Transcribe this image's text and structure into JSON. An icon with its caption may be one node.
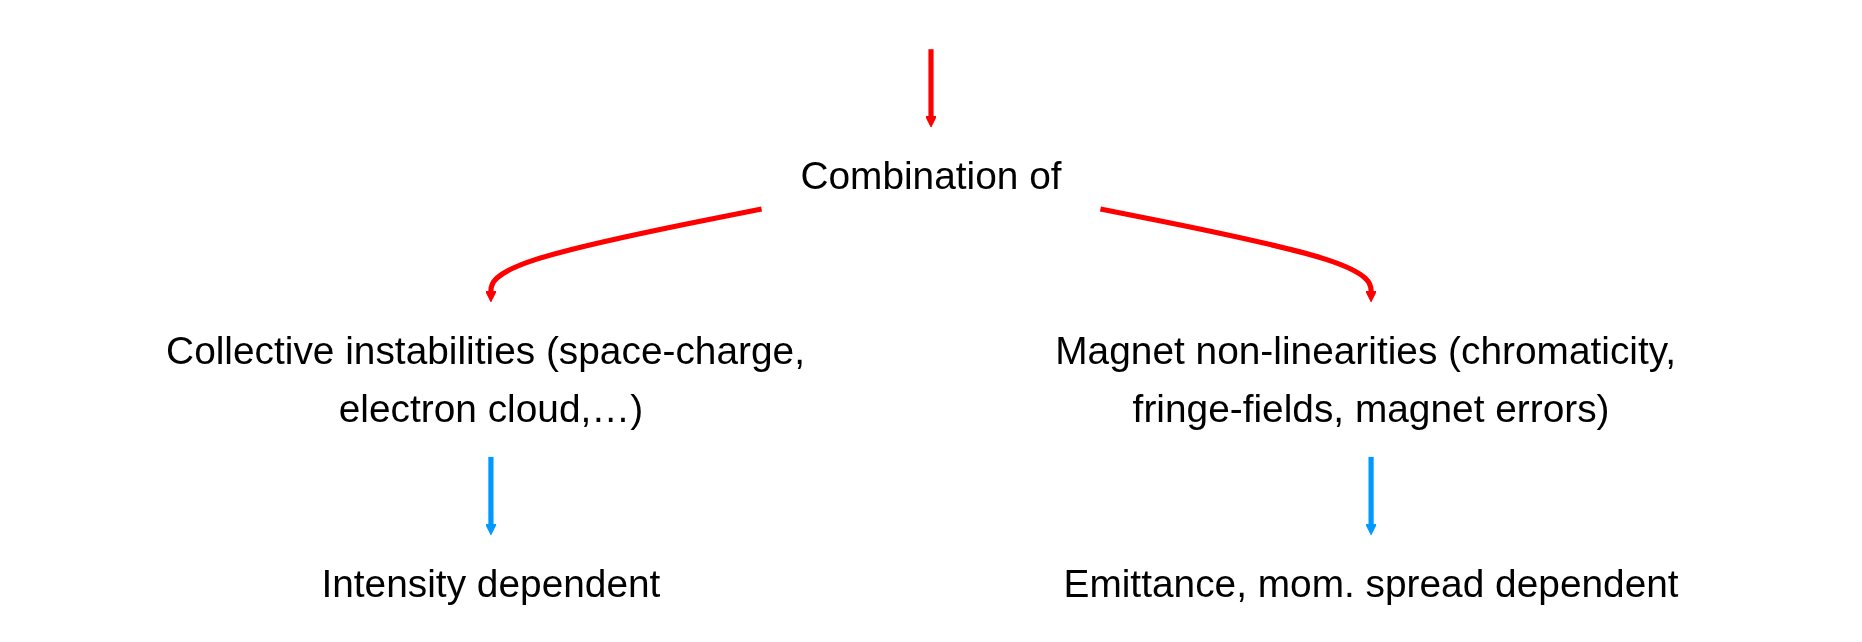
{
  "diagram": {
    "nodes": [
      {
        "text": [
          "Combination of"
        ]
      },
      {
        "text": [
          "Collective instabilities (space-charge, electron cloud,…)"
        ]
      },
      {
        "text": [
          "Magnet non-linearities (chromaticity, fringe-fields, magnet errors)"
        ]
      },
      {
        "text": [
          "Intensity dependent"
        ]
      },
      {
        "text": [
          "Emittance, mom. spread dependent"
        ]
      }
    ],
    "edges": [
      {
        "from": null,
        "to": 0,
        "arrow": "to",
        "color": "#ff0000"
      },
      {
        "from": 0,
        "to": 1,
        "arrow": "to",
        "color": "#ff0000"
      },
      {
        "from": 0,
        "to": 2,
        "arrow": "to",
        "color": "#ff0000"
      },
      {
        "from": 1,
        "to": 3,
        "arrow": "to",
        "color": "#0099ff"
      },
      {
        "from": 2,
        "to": 4,
        "arrow": "to",
        "color": "#0099ff"
      }
    ]
  }
}
